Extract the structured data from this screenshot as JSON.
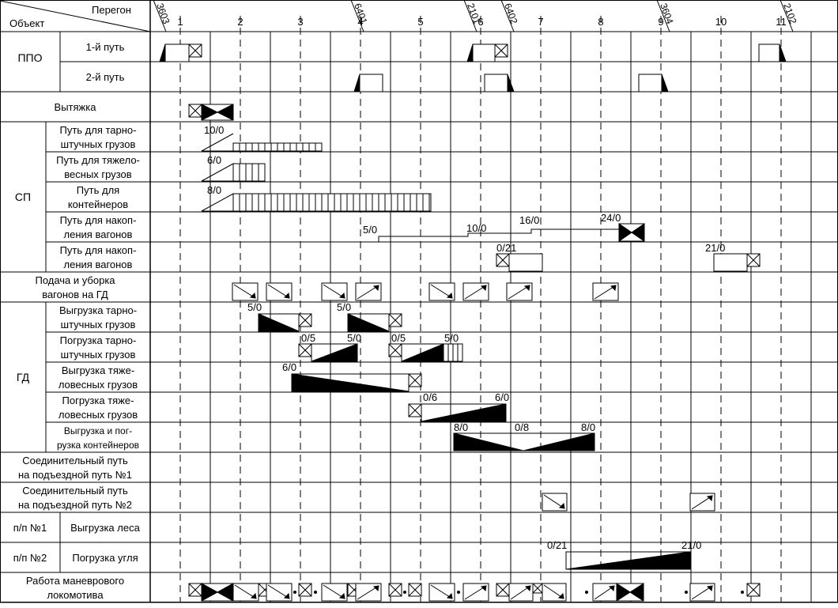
{
  "header": {
    "object_label": "Объект",
    "stage_label": "Перегон"
  },
  "hour_labels": [
    "1",
    "2",
    "3",
    "4",
    "5",
    "6",
    "7",
    "8",
    "9",
    "10",
    "11"
  ],
  "train_labels": [
    "3603",
    "6401",
    "2101",
    "6402",
    "3604",
    "2102"
  ],
  "groups": [
    {
      "key": "ppo",
      "label": "ППО"
    },
    {
      "key": "sp",
      "label": "СП"
    },
    {
      "key": "gd",
      "label": "ГД"
    }
  ],
  "rows": [
    {
      "key": "ppo1",
      "lines": [
        "1-й путь"
      ]
    },
    {
      "key": "ppo2",
      "lines": [
        "2-й путь"
      ]
    },
    {
      "key": "vytyazhka",
      "lines": [
        "Вытяжка"
      ]
    },
    {
      "key": "sp1",
      "lines": [
        "Путь для тарно-",
        "штучных грузов"
      ]
    },
    {
      "key": "sp2",
      "lines": [
        "Путь для тяжело-",
        "весных грузов"
      ]
    },
    {
      "key": "sp3",
      "lines": [
        "Путь для",
        "контейнеров"
      ]
    },
    {
      "key": "sp4",
      "lines": [
        "Путь для накоп-",
        "ления вагонов"
      ]
    },
    {
      "key": "sp5",
      "lines": [
        "Путь для накоп-",
        "ления вагонов"
      ]
    },
    {
      "key": "podacha",
      "lines": [
        "Подача и уборка",
        "вагонов на ГД"
      ]
    },
    {
      "key": "gd1",
      "lines": [
        "Выгрузка тарно-",
        "штучных грузов"
      ]
    },
    {
      "key": "gd2",
      "lines": [
        "Погрузка тарно-",
        "штучных грузов"
      ]
    },
    {
      "key": "gd3",
      "lines": [
        "Выгрузка тяже-",
        "ловесных грузов"
      ]
    },
    {
      "key": "gd4",
      "lines": [
        "Погрузка тяже-",
        "ловесных грузов"
      ]
    },
    {
      "key": "gd5",
      "lines": [
        "Выгрузка и пог-",
        "рузка контейнеров"
      ]
    },
    {
      "key": "soed1",
      "lines": [
        "Соединительный путь",
        "на подъездной путь №1"
      ]
    },
    {
      "key": "soed2",
      "lines": [
        "Соединительный путь",
        "на подъездной путь №2"
      ]
    },
    {
      "key": "pp1",
      "sub": "п/п №1",
      "lines": [
        "Выгрузка леса"
      ]
    },
    {
      "key": "pp2",
      "sub": "п/п №2",
      "lines": [
        "Погрузка угля"
      ]
    },
    {
      "key": "rabota",
      "lines": [
        "Работа маневрового",
        "локомотива"
      ]
    }
  ],
  "annotations": {
    "sp1": [
      "10/0"
    ],
    "sp2": [
      "6/0"
    ],
    "sp3": [
      "8/0"
    ],
    "sp4": [
      "5/0",
      "10/0",
      "16/0",
      "24/0"
    ],
    "sp5": [
      "0/21",
      "21/0"
    ],
    "gd1": [
      "5/0",
      "5/0"
    ],
    "gd2": [
      "0/5",
      "5/0",
      "0/5",
      "5/0"
    ],
    "gd3": [
      "6/0"
    ],
    "gd4": [
      "0/6",
      "6/0"
    ],
    "gd5": [
      "8/0",
      "0/8",
      "8/0"
    ],
    "pp2": [
      "0/21",
      "21/0"
    ]
  }
}
